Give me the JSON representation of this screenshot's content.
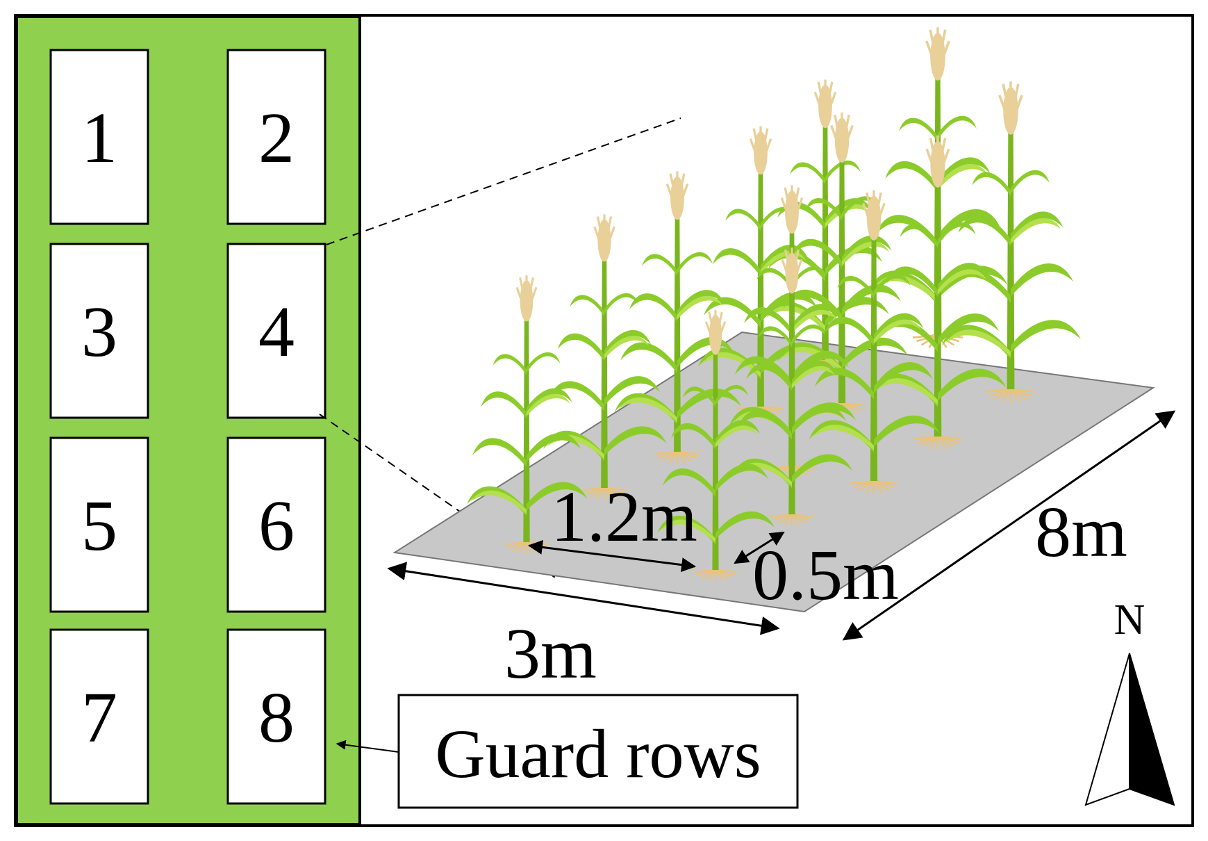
{
  "colors": {
    "field_green": "#8fd14f",
    "plot_white": "#ffffff",
    "ground_gray": "#c8c8c8",
    "stem_green": "#79b51c",
    "leaf_green": "#8ccc2a",
    "leaf_light": "#b3e04c",
    "tassel": "#e9cf98",
    "root": "#eac37a",
    "outline": "#000000"
  },
  "plots": [
    {
      "number": "1"
    },
    {
      "number": "2"
    },
    {
      "number": "3"
    },
    {
      "number": "4"
    },
    {
      "number": "5"
    },
    {
      "number": "6"
    },
    {
      "number": "7"
    },
    {
      "number": "8"
    }
  ],
  "callout": {
    "label": "Guard rows"
  },
  "dimensions": {
    "row_spacing": "1.2m",
    "plant_spacing": "0.5m",
    "plot_width": "3m",
    "plot_length": "8m"
  },
  "compass": {
    "label": "N",
    "icon": "north-arrow-icon"
  },
  "plant_icon": "corn-plant-icon"
}
